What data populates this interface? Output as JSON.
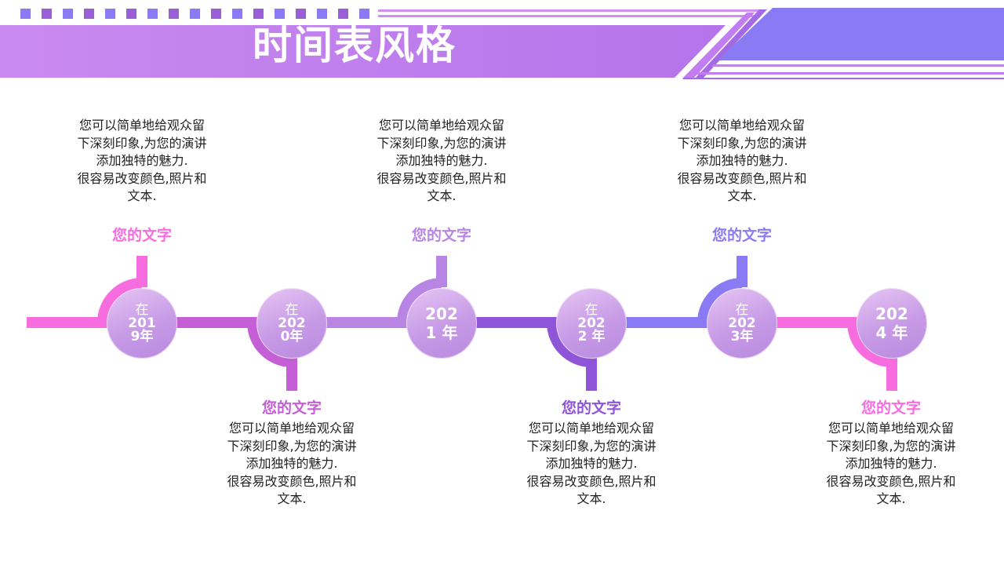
{
  "title": "时间表风格",
  "colors": {
    "pink": "#f76de0",
    "magenta": "#c45fd6",
    "lavender": "#b985e5",
    "purple": "#8f55d9",
    "blue_violet": "#8a7bf5",
    "header_left": "#c27ef0",
    "header_right": "#8a7bf5"
  },
  "items": [
    {
      "year_l1": "在",
      "year_l2": "201",
      "year_l3": "9年",
      "heading": "您的文字",
      "desc": [
        "您可以简单地给观众留",
        "下深刻印象,为您的演讲",
        "添加独特的魅力.",
        "很容易改变颜色,照片和",
        "文本."
      ]
    },
    {
      "year_l1": "在",
      "year_l2": "202",
      "year_l3": "0年",
      "heading": "您的文字",
      "desc": [
        "您可以简单地给观众留",
        "下深刻印象,为您的演讲",
        "添加独特的魅力.",
        "很容易改变颜色,照片和",
        "文本."
      ]
    },
    {
      "year_l1": "",
      "year_l2": "202",
      "year_l3": "1 年",
      "heading": "您的文字",
      "desc": [
        "您可以简单地给观众留",
        "下深刻印象,为您的演讲",
        "添加独特的魅力.",
        "很容易改变颜色,照片和",
        "文本."
      ]
    },
    {
      "year_l1": "在",
      "year_l2": "202",
      "year_l3": "2 年",
      "heading": "您的文字",
      "desc": [
        "您可以简单地给观众留",
        "下深刻印象,为您的演讲",
        "添加独特的魅力.",
        "很容易改变颜色,照片和",
        "文本."
      ]
    },
    {
      "year_l1": "在",
      "year_l2": "202",
      "year_l3": "3年",
      "heading": "您的文字",
      "desc": [
        "您可以简单地给观众留",
        "下深刻印象,为您的演讲",
        "添加独特的魅力.",
        "很容易改变颜色,照片和",
        "文本."
      ]
    },
    {
      "year_l1": "",
      "year_l2": "202",
      "year_l3": "4 年",
      "heading": "您的文字",
      "desc": [
        "您可以简单地给观众留",
        "下深刻印象,为您的演讲",
        "添加独特的魅力.",
        "很容易改变颜色,照片和",
        "文本."
      ]
    }
  ]
}
